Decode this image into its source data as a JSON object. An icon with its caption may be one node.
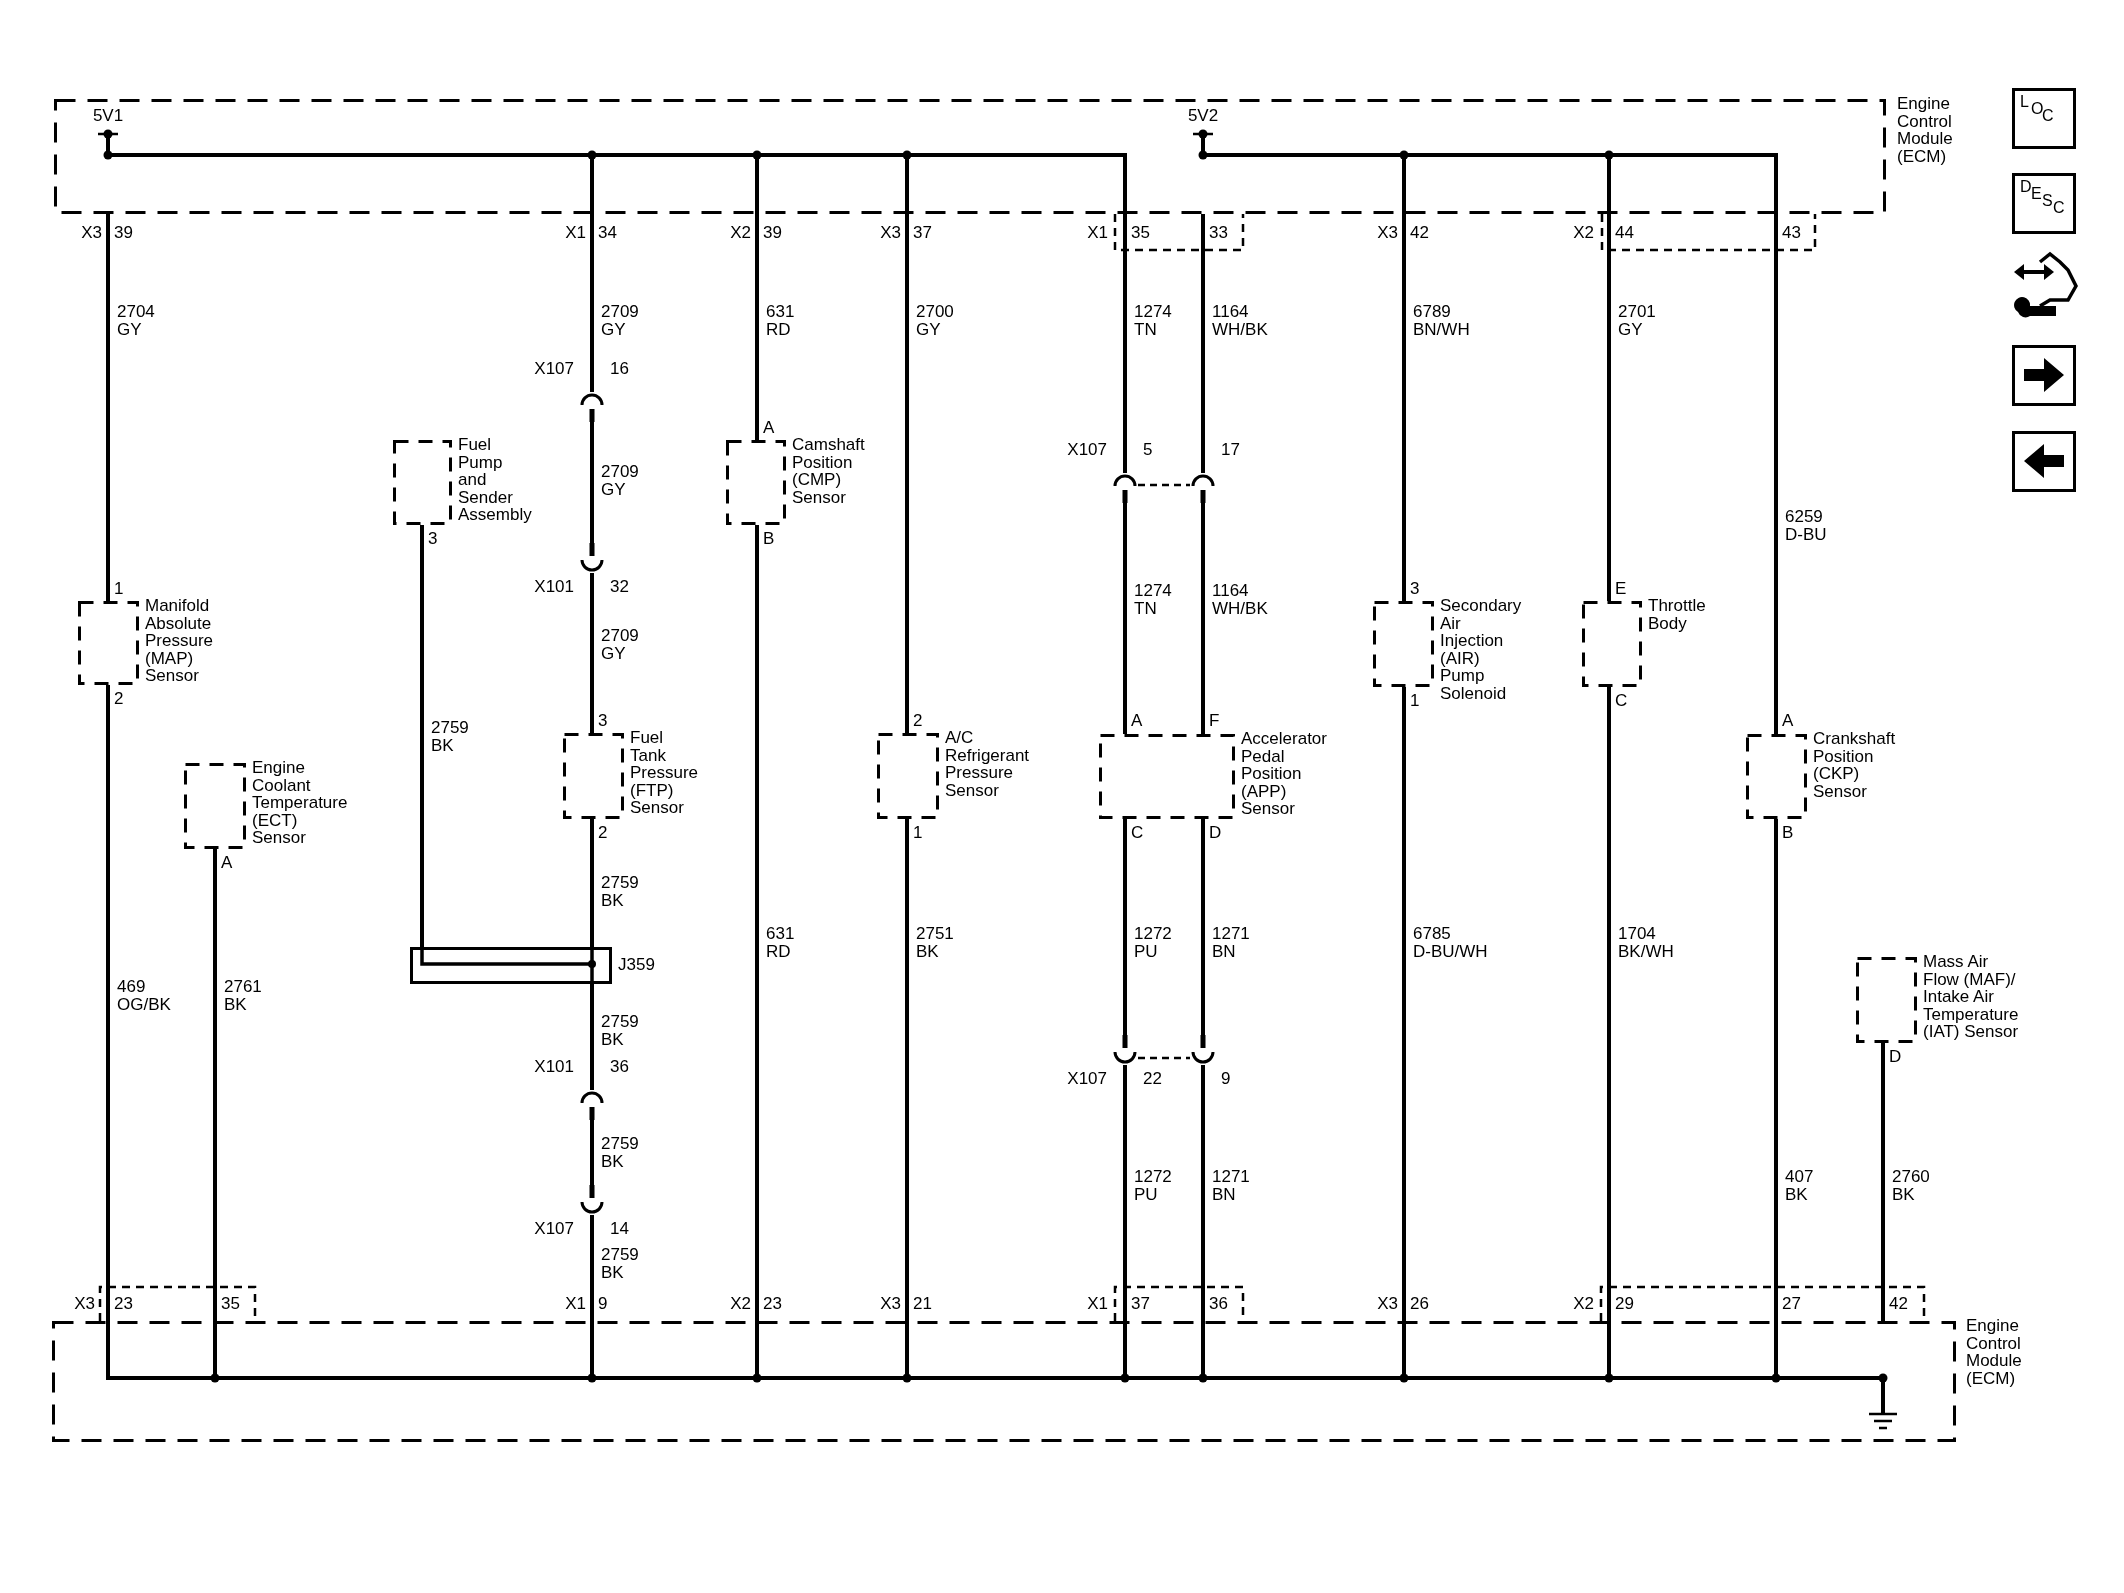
{
  "diagram": {
    "nodes": [
      {
        "text": [
          "Engine Control Module (ECM)"
        ]
      },
      {
        "text": [
          "Manifold Absolute Pressure (MAP) Sensor"
        ]
      },
      {
        "text": [
          "Engine Coolant Temperature (ECT) Sensor"
        ]
      },
      {
        "text": [
          "Fuel Pump and Sender Assembly"
        ]
      },
      {
        "text": [
          "Fuel Tank Pressure (FTP) Sensor"
        ]
      },
      {
        "text": [
          "Camshaft Position (CMP) Sensor"
        ]
      },
      {
        "text": [
          "A/C Refrigerant Pressure Sensor"
        ]
      },
      {
        "text": [
          "Accelerator Pedal Position (APP) Sensor"
        ]
      },
      {
        "text": [
          "Secondary Air Injection (AIR) Pump Solenoid"
        ]
      },
      {
        "text": [
          "Throttle Body"
        ]
      },
      {
        "text": [
          "Crankshaft Position (CKP) Sensor"
        ]
      },
      {
        "text": [
          "Mass Air Flow (MAF)/ Intake Air Temperature (IAT) Sensor"
        ]
      },
      {
        "text": [],
        "shape": "box",
        "beside": [
          "J359"
        ]
      },
      {
        "text": [],
        "shape": "connector",
        "beside": [
          "X107",
          "16"
        ]
      },
      {
        "text": [],
        "shape": "connector",
        "beside": [
          "X101",
          "32"
        ]
      },
      {
        "text": [],
        "shape": "connector",
        "beside": [
          "X107",
          "5"
        ]
      },
      {
        "text": [],
        "shape": "connector",
        "beside": [
          "17"
        ]
      },
      {
        "text": [],
        "shape": "connector",
        "beside": [
          "X101",
          "36"
        ]
      },
      {
        "text": [],
        "shape": "connector",
        "beside": [
          "X107",
          "14"
        ]
      },
      {
        "text": [],
        "shape": "connector",
        "beside": [
          "X107",
          "22"
        ]
      },
      {
        "text": [],
        "shape": "connector",
        "beside": [
          "9"
        ]
      },
      {
        "text": [
          "Engine Control Module (ECM)"
        ]
      },
      {
        "text": [
          "LOC"
        ]
      },
      {
        "text": [
          "DESC"
        ]
      }
    ],
    "edges": [
      {
        "from": 0,
        "to": 1,
        "arrow": "none",
        "label": "2704 GY"
      },
      {
        "from": 1,
        "to": 21,
        "arrow": "none",
        "label": "469 OG/BK"
      },
      {
        "from": 2,
        "to": 21,
        "arrow": "none",
        "label": "2761 BK"
      },
      {
        "from": 0,
        "to": 13,
        "arrow": "none",
        "label": "2709 GY"
      },
      {
        "from": 13,
        "to": 14,
        "arrow": "none",
        "label": "2709 GY"
      },
      {
        "from": 14,
        "to": 4,
        "arrow": "none",
        "label": "2709 GY"
      },
      {
        "from": 3,
        "to": 12,
        "arrow": "none",
        "label": "2759 BK"
      },
      {
        "from": 4,
        "to": 12,
        "arrow": "none",
        "label": "2759 BK"
      },
      {
        "from": 12,
        "to": 17,
        "arrow": "none",
        "label": "2759 BK"
      },
      {
        "from": 17,
        "to": 18,
        "arrow": "none",
        "label": "2759 BK"
      },
      {
        "from": 18,
        "to": 21,
        "arrow": "none",
        "label": "2759 BK"
      },
      {
        "from": 0,
        "to": 5,
        "arrow": "none",
        "label": "631 RD"
      },
      {
        "from": 5,
        "to": 21,
        "arrow": "none",
        "label": "631 RD"
      },
      {
        "from": 0,
        "to": 6,
        "arrow": "none",
        "label": "2700 GY"
      },
      {
        "from": 6,
        "to": 21,
        "arrow": "none",
        "label": "2751 BK"
      },
      {
        "from": 0,
        "to": 15,
        "arrow": "none",
        "label": "1274 TN"
      },
      {
        "from": 15,
        "to": 7,
        "arrow": "none",
        "label": "1274 TN"
      },
      {
        "from": 0,
        "to": 16,
        "arrow": "none",
        "label": "1164 WH/BK"
      },
      {
        "from": 16,
        "to": 7,
        "arrow": "none",
        "label": "1164 WH/BK"
      },
      {
        "from": 15,
        "to": 16,
        "arrow": "none",
        "style": "dashed"
      },
      {
        "from": 7,
        "to": 19,
        "arrow": "none",
        "label": "1272 PU"
      },
      {
        "from": 7,
        "to": 20,
        "arrow": "none",
        "label": "1271 BN"
      },
      {
        "from": 19,
        "to": 20,
        "arrow": "none",
        "style": "dashed"
      },
      {
        "from": 19,
        "to": 21,
        "arrow": "none",
        "label": "1272 PU"
      },
      {
        "from": 20,
        "to": 21,
        "arrow": "none",
        "label": "1271 BN"
      },
      {
        "from": 0,
        "to": 8,
        "arrow": "none",
        "label": "6789 BN/WH"
      },
      {
        "from": 8,
        "to": 21,
        "arrow": "none",
        "label": "6785 D-BU/WH"
      },
      {
        "from": 0,
        "to": 9,
        "arrow": "none",
        "label": "2701 GY"
      },
      {
        "from": 9,
        "to": 21,
        "arrow": "none",
        "label": "1704 BK/WH"
      },
      {
        "from": 0,
        "to": 10,
        "arrow": "none",
        "label": "6259 D-BU"
      },
      {
        "from": 10,
        "to": 21,
        "arrow": "none",
        "label": "407 BK"
      },
      {
        "from": 11,
        "to": 21,
        "arrow": "none",
        "label": "2760 BK"
      }
    ],
    "labels": [
      "5V1",
      "5V2",
      "X3",
      "39",
      "X1",
      "34",
      "X2",
      "39",
      "X3",
      "37",
      "X1",
      "35",
      "33",
      "X3",
      "42",
      "X2",
      "44",
      "43",
      "A",
      "3",
      "B",
      "1",
      "3",
      "E",
      "2",
      "1",
      "C",
      "3",
      "2",
      "A",
      "F",
      "A",
      "2",
      "1",
      "C",
      "D",
      "B",
      "A",
      "D",
      "X3",
      "23",
      "35",
      "X1",
      "9",
      "X2",
      "23",
      "X3",
      "21",
      "X1",
      "37",
      "36",
      "X3",
      "26",
      "X2",
      "29",
      "27",
      "42"
    ]
  }
}
